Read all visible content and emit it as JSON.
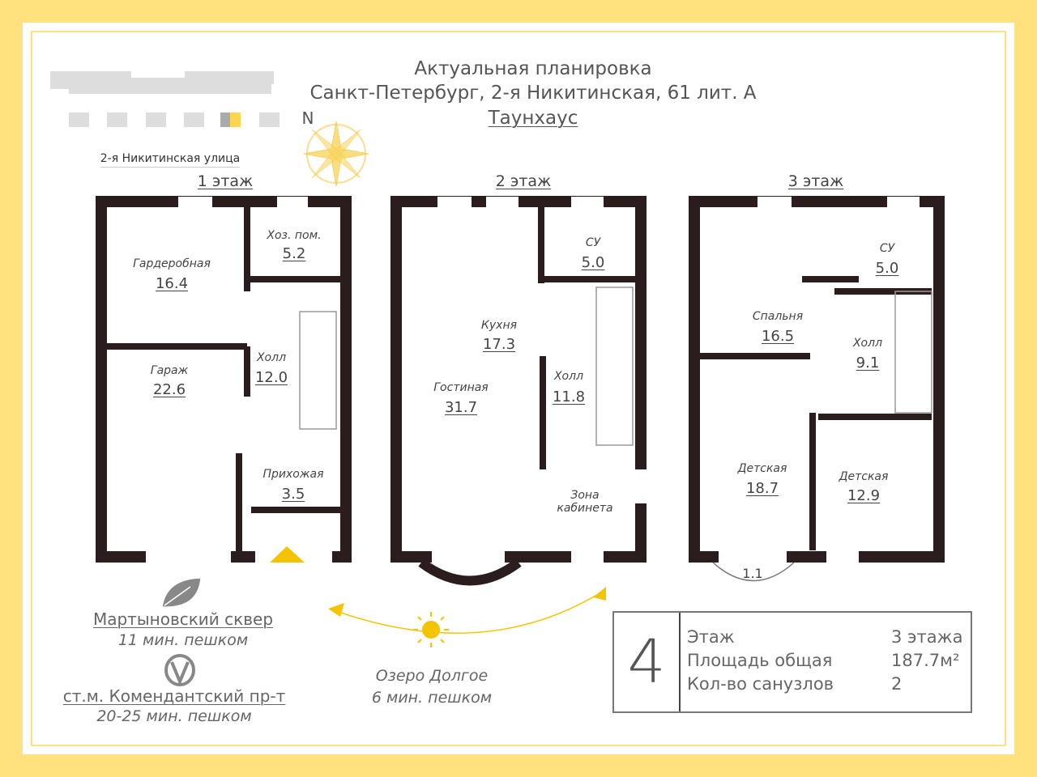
{
  "header": {
    "title": "Актуальная планировка",
    "address": "Санкт-Петербург, 2-я Никитинская, 61 лит. А",
    "type": "Таунхаус"
  },
  "compass": {
    "north": "N"
  },
  "street": "2-я Никитинская улица",
  "floors": [
    {
      "label": "1 этаж",
      "rooms": [
        {
          "name": "Гардеробная",
          "area": "16.4"
        },
        {
          "name": "Хоз. пом.",
          "area": "5.2"
        },
        {
          "name": "Холл",
          "area": "12.0"
        },
        {
          "name": "Гараж",
          "area": "22.6"
        },
        {
          "name": "Прихожая",
          "area": "3.5"
        }
      ]
    },
    {
      "label": "2 этаж",
      "rooms": [
        {
          "name": "Кухня",
          "area": "17.3"
        },
        {
          "name": "Гостиная",
          "area": "31.7"
        },
        {
          "name": "СУ",
          "area": "5.0"
        },
        {
          "name": "Холл",
          "area": "11.8"
        },
        {
          "name": "Зона кабинета",
          "area": ""
        }
      ]
    },
    {
      "label": "3 этаж",
      "rooms": [
        {
          "name": "СУ",
          "area": "5.0"
        },
        {
          "name": "Спальня",
          "area": "16.5"
        },
        {
          "name": "Холл",
          "area": "9.1"
        },
        {
          "name": "Детская",
          "area": "18.7"
        },
        {
          "name": "Детская",
          "area": "12.9"
        },
        {
          "name": "",
          "area": "1.1"
        }
      ]
    }
  ],
  "places": [
    {
      "name": "Мартыновский сквер",
      "time": "11 мин. пешком",
      "icon": "leaf-icon"
    },
    {
      "name": "ст.м. Комендантский пр-т",
      "time": "20-25 мин. пешком",
      "icon": "metro-icon"
    },
    {
      "name": "Озеро Долгое",
      "time": "6 мин. пешком",
      "icon": "sun-icon"
    }
  ],
  "info": {
    "number": "4",
    "rows": [
      {
        "label": "Этаж",
        "value": "3 этажа"
      },
      {
        "label": "Площадь общая",
        "value": "187.7м²"
      },
      {
        "label": "Кол-во санузлов",
        "value": "2"
      }
    ]
  },
  "colors": {
    "accent": "#FFE27E",
    "wall": "#2B1D1D",
    "sun": "#F5C400"
  }
}
